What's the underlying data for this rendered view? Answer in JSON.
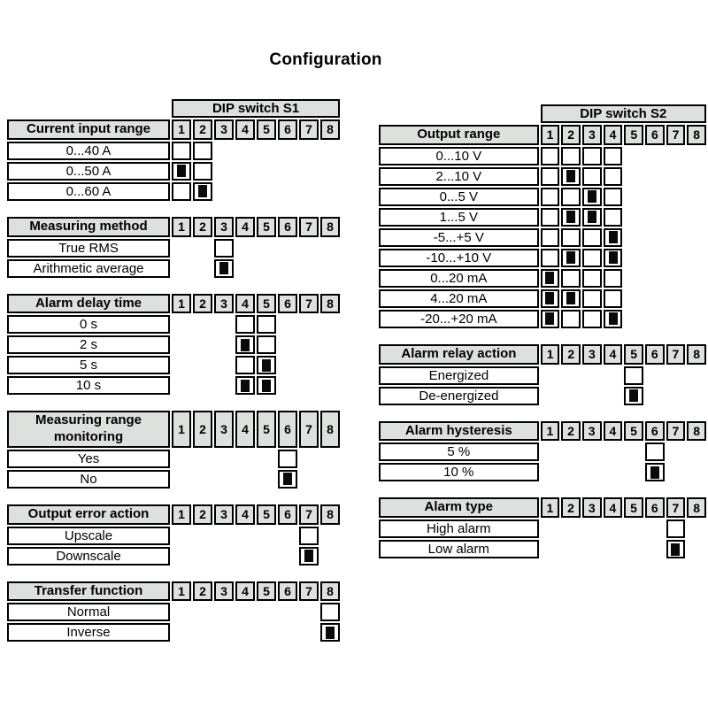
{
  "title": "Configuration",
  "colors": {
    "header_bg": "#dde1de",
    "border": "#000000",
    "switch_on_marker": "#0a0a0a",
    "row_bg": "#ffffff"
  },
  "switch_numbers": [
    "1",
    "2",
    "3",
    "4",
    "5",
    "6",
    "7",
    "8"
  ],
  "groups": [
    {
      "name": "dip-switch-s1",
      "dip_header": "DIP switch S1",
      "tables": [
        {
          "label": "Current input range",
          "active_cols": [
            1,
            2
          ],
          "rows": [
            {
              "label": "0...40 A",
              "on": []
            },
            {
              "label": "0...50 A",
              "on": [
                1
              ]
            },
            {
              "label": "0...60 A",
              "on": [
                2
              ]
            }
          ]
        },
        {
          "label": "Measuring method",
          "active_cols": [
            3
          ],
          "rows": [
            {
              "label": "True RMS",
              "on": []
            },
            {
              "label": "Arithmetic average",
              "on": [
                3
              ]
            }
          ]
        },
        {
          "label": "Alarm delay time",
          "active_cols": [
            4,
            5
          ],
          "rows": [
            {
              "label": "0 s",
              "on": []
            },
            {
              "label": "2 s",
              "on": [
                4
              ]
            },
            {
              "label": "5 s",
              "on": [
                5
              ]
            },
            {
              "label": "10 s",
              "on": [
                4,
                5
              ]
            }
          ]
        },
        {
          "label": "Measuring range monitoring",
          "active_cols": [
            6
          ],
          "rows": [
            {
              "label": "Yes",
              "on": []
            },
            {
              "label": "No",
              "on": [
                6
              ]
            }
          ]
        },
        {
          "label": "Output error action",
          "active_cols": [
            7
          ],
          "rows": [
            {
              "label": "Upscale",
              "on": []
            },
            {
              "label": "Downscale",
              "on": [
                7
              ]
            }
          ]
        },
        {
          "label": "Transfer function",
          "active_cols": [
            8
          ],
          "rows": [
            {
              "label": "Normal",
              "on": []
            },
            {
              "label": "Inverse",
              "on": [
                8
              ]
            }
          ]
        }
      ]
    },
    {
      "name": "dip-switch-s2",
      "dip_header": "DIP switch S2",
      "tables": [
        {
          "label": "Output range",
          "active_cols": [
            1,
            2,
            3,
            4
          ],
          "rows": [
            {
              "label": "0...10 V",
              "on": []
            },
            {
              "label": "2...10 V",
              "on": [
                2
              ]
            },
            {
              "label": "0...5 V",
              "on": [
                3
              ]
            },
            {
              "label": "1...5 V",
              "on": [
                2,
                3
              ]
            },
            {
              "label": "-5...+5 V",
              "on": [
                4
              ]
            },
            {
              "label": "-10...+10 V",
              "on": [
                2,
                4
              ]
            },
            {
              "label": "0...20 mA",
              "on": [
                1
              ]
            },
            {
              "label": "4...20 mA",
              "on": [
                1,
                2
              ]
            },
            {
              "label": "-20...+20 mA",
              "on": [
                1,
                4
              ]
            }
          ]
        },
        {
          "label": "Alarm relay action",
          "active_cols": [
            5
          ],
          "rows": [
            {
              "label": "Energized",
              "on": []
            },
            {
              "label": "De-energized",
              "on": [
                5
              ]
            }
          ]
        },
        {
          "label": "Alarm hysteresis",
          "active_cols": [
            6
          ],
          "rows": [
            {
              "label": "5 %",
              "on": []
            },
            {
              "label": "10 %",
              "on": [
                6
              ]
            }
          ]
        },
        {
          "label": "Alarm type",
          "active_cols": [
            7
          ],
          "rows": [
            {
              "label": "High alarm",
              "on": []
            },
            {
              "label": "Low alarm",
              "on": [
                7
              ]
            }
          ]
        }
      ]
    }
  ]
}
